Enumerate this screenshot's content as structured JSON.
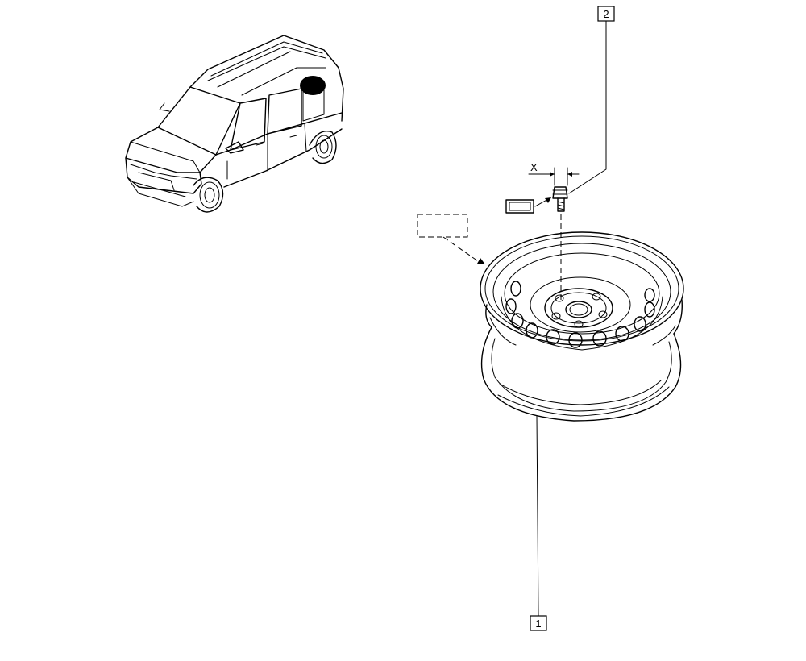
{
  "diagram": {
    "callouts": [
      {
        "id": "1",
        "text": "1"
      },
      {
        "id": "2",
        "text": "2"
      }
    ],
    "dimension_label": "X"
  },
  "colors": {
    "line": "#000000",
    "background": "#ffffff"
  }
}
